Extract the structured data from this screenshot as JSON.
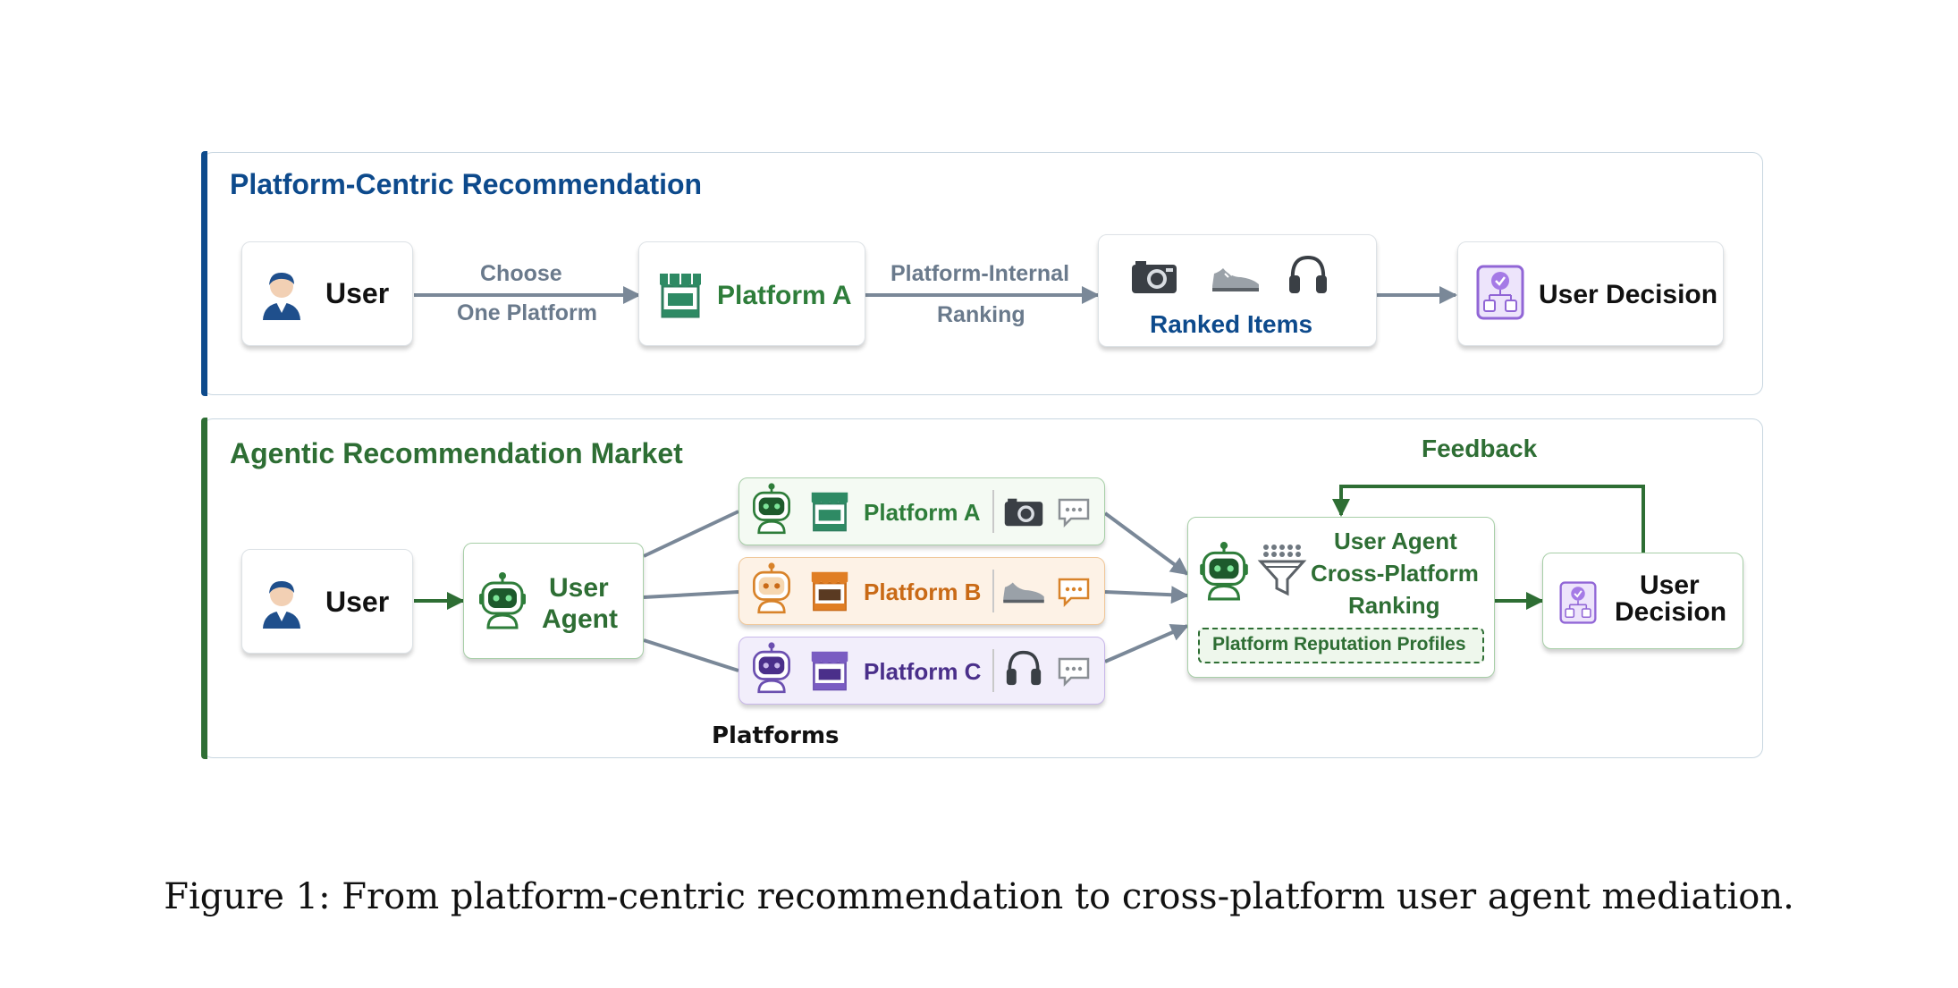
{
  "top": {
    "title": "Platform-Centric Recommendation",
    "user": "User",
    "edge1": [
      "Choose",
      "One Platform"
    ],
    "platform": "Platform A",
    "edge2": [
      "Platform-Internal",
      "Ranking"
    ],
    "ranked": "Ranked Items",
    "decision": "User Decision"
  },
  "bottom": {
    "title": "Agentic Recommendation Market",
    "user": "User",
    "agent": [
      "User",
      "Agent"
    ],
    "platforms": [
      {
        "name": "Platform A",
        "color": "#2e7d3a"
      },
      {
        "name": "Platform B",
        "color": "#c96a16"
      },
      {
        "name": "Platform C",
        "color": "#4a2f8a"
      }
    ],
    "platforms_label": "Platforms",
    "ranking": [
      "User Agent",
      "Cross-Platform",
      "Ranking"
    ],
    "profiles": "Platform Reputation Profiles",
    "feedback": "Feedback",
    "decision": [
      "User",
      "Decision"
    ]
  },
  "colors": {
    "blue": "#0d4a8c",
    "green": "#2e6e34",
    "arrow": "#7a8898"
  },
  "caption": "Figure 1: From platform-centric recommendation to cross-platform user agent mediation."
}
